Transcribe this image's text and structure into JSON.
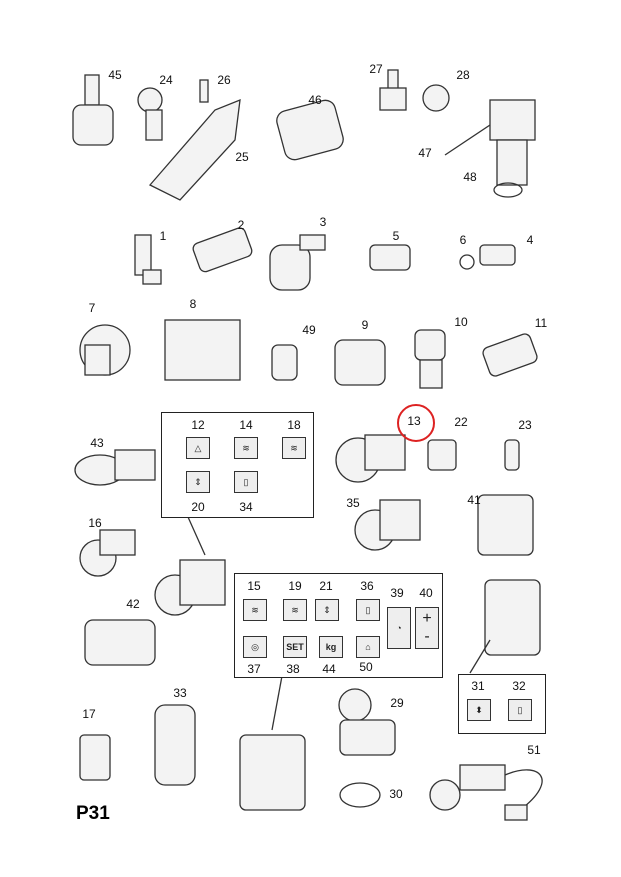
{
  "page_code": "P31",
  "highlight_color": "#dd2222",
  "highlighted_part": "13",
  "parts": [
    {
      "n": "45"
    },
    {
      "n": "24"
    },
    {
      "n": "26"
    },
    {
      "n": "25"
    },
    {
      "n": "46"
    },
    {
      "n": "27"
    },
    {
      "n": "28"
    },
    {
      "n": "47"
    },
    {
      "n": "48"
    },
    {
      "n": "1"
    },
    {
      "n": "2"
    },
    {
      "n": "3"
    },
    {
      "n": "5"
    },
    {
      "n": "6"
    },
    {
      "n": "4"
    },
    {
      "n": "7"
    },
    {
      "n": "8"
    },
    {
      "n": "49"
    },
    {
      "n": "9"
    },
    {
      "n": "10"
    },
    {
      "n": "11"
    },
    {
      "n": "13"
    },
    {
      "n": "22"
    },
    {
      "n": "23"
    },
    {
      "n": "43"
    },
    {
      "n": "35"
    },
    {
      "n": "41"
    },
    {
      "n": "16"
    },
    {
      "n": "42"
    },
    {
      "n": "33"
    },
    {
      "n": "17"
    },
    {
      "n": "29"
    },
    {
      "n": "30"
    },
    {
      "n": "51"
    }
  ],
  "box1": {
    "items": [
      "12",
      "14",
      "18",
      "20",
      "34"
    ]
  },
  "box2": {
    "items": [
      "15",
      "19",
      "21",
      "36",
      "39",
      "40",
      "37",
      "38",
      "44",
      "50"
    ],
    "icon_text": {
      "plus": "+",
      "minus": "-",
      "set": "SET",
      "kg": "kg"
    }
  },
  "box3": {
    "items": [
      "31",
      "32"
    ]
  }
}
